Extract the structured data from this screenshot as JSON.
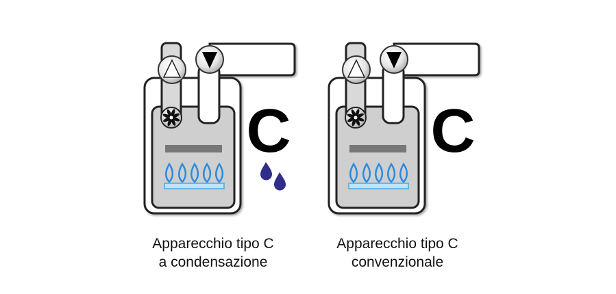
{
  "colors": {
    "pipe_fill": "#d9d9d9",
    "pipe_stroke": "#222222",
    "outer_fill": "#ffffff",
    "inner_fill": "#cfcfcf",
    "burner_bar": "#777777",
    "flame": "#2a8be0",
    "burner_base": "#bfe3f7",
    "burner_stroke": "#4fa7dc",
    "letter": "#000000",
    "drops": "#302e8a",
    "arrow_up": "#ffffff",
    "arrow_down": "#000000"
  },
  "boilers": [
    {
      "id": "condensing",
      "letter": "C",
      "has_condensate_drops": true,
      "icons": [
        "intake-arrow-up-icon",
        "exhaust-arrow-down-icon",
        "fan-icon",
        "flame-icon",
        "water-drop-icon"
      ],
      "caption": [
        "Apparecchio tipo C",
        "a condensazione"
      ]
    },
    {
      "id": "conventional",
      "letter": "C",
      "has_condensate_drops": false,
      "icons": [
        "intake-arrow-up-icon",
        "exhaust-arrow-down-icon",
        "fan-icon",
        "flame-icon"
      ],
      "caption": [
        "Apparecchio tipo C",
        "convenzionale"
      ]
    }
  ]
}
